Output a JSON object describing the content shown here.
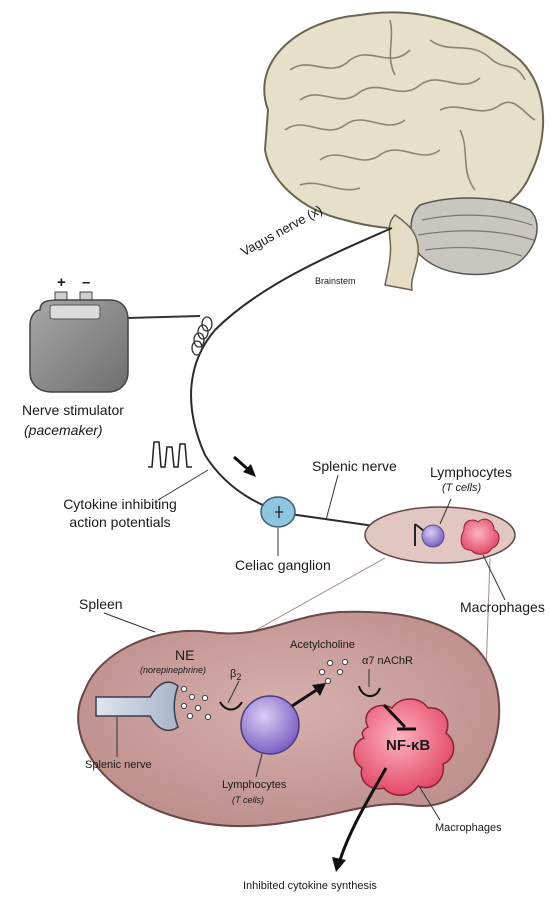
{
  "labels": {
    "vagus": "Vagus nerve (x)",
    "brainstem": "Brainstem",
    "plus": "+",
    "minus": "–",
    "stimulator": "Nerve stimulator",
    "pacemaker": "(pacemaker)",
    "cytokine_line1": "Cytokine inhibiting",
    "cytokine_line2": "action potentials",
    "celiac": "Celiac ganglion",
    "splenic_nerve_top": "Splenic nerve",
    "lymph_top": "Lymphocytes",
    "tcells_top": "(T cells)",
    "macrophages_top": "Macrophages",
    "spleen": "Spleen",
    "ne": "NE",
    "norepinephrine": "(norepinephrine)",
    "beta2": "β",
    "beta2_sub": "2",
    "acetylcholine": "Acetylcholine",
    "a7": "α7 nAChR",
    "nfkb": "NF-κB",
    "splenic_nerve_bottom": "Splenic nerve",
    "lymph_bottom": "Lymphocytes",
    "tcells_bottom": "(T cells)",
    "macrophages_bottom": "Macrophages",
    "inhibited": "Inhibited cytokine synthesis"
  },
  "colors": {
    "brain": "#e4ddc8",
    "spleen": "#c89d9b",
    "macrophage": "#ee5b78",
    "lymphocyte": "#9d86d6",
    "ganglion": "#8fc6df",
    "stimulator": "#8f8f8f"
  }
}
